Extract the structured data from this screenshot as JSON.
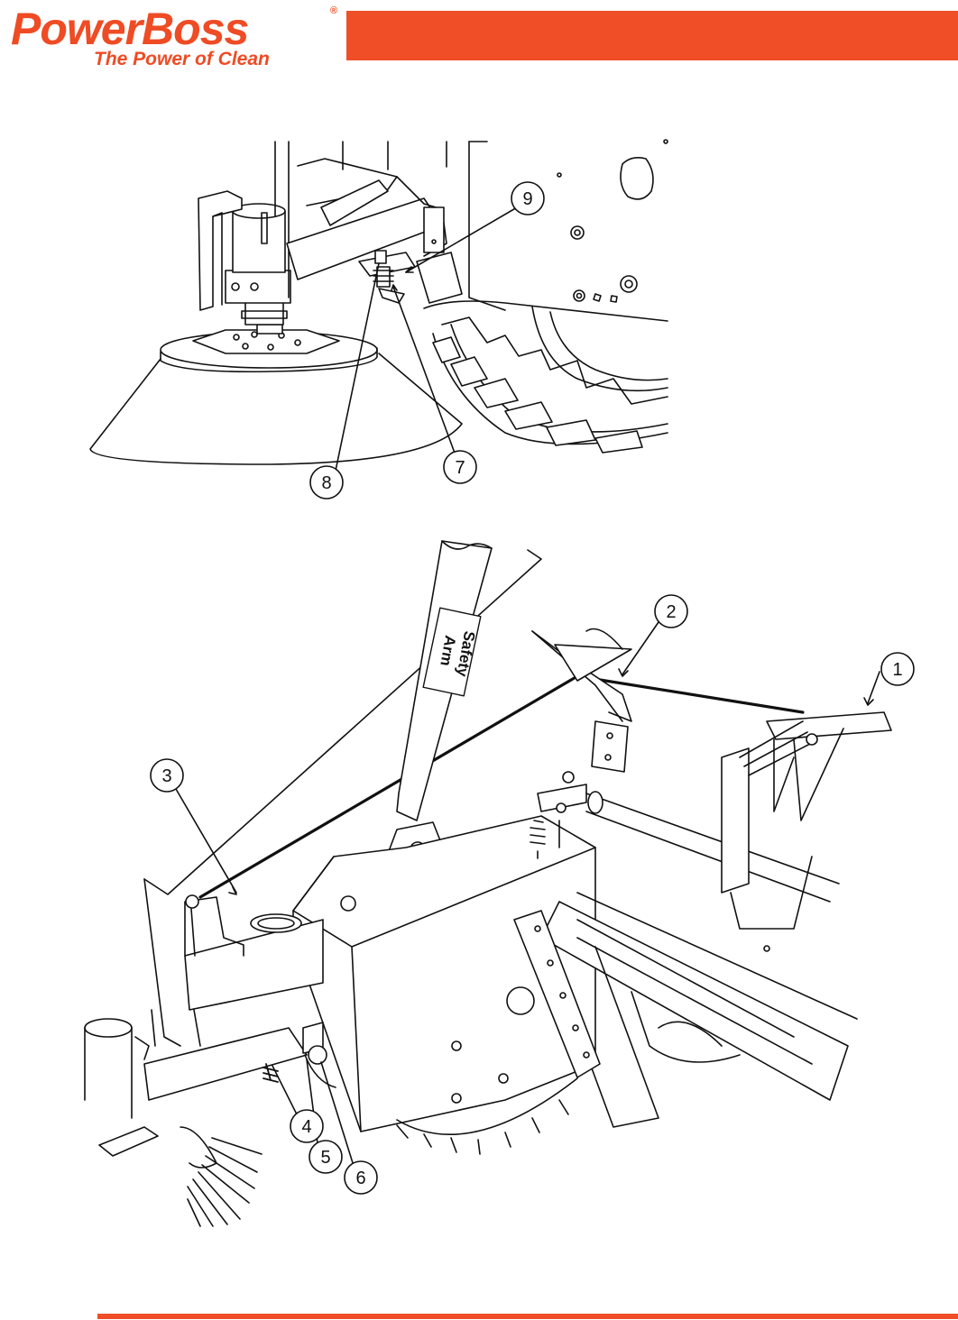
{
  "brand": {
    "name": "PowerBoss",
    "registered_mark": "®",
    "tagline": "The Power of Clean",
    "color": "#ef4b24"
  },
  "figure_top": {
    "callouts": [
      "9",
      "8",
      "7"
    ]
  },
  "figure_bottom": {
    "safety_label_line1": "Safety",
    "safety_label_line2": "Arm",
    "callouts": [
      "1",
      "2",
      "3",
      "4",
      "5",
      "6"
    ]
  }
}
